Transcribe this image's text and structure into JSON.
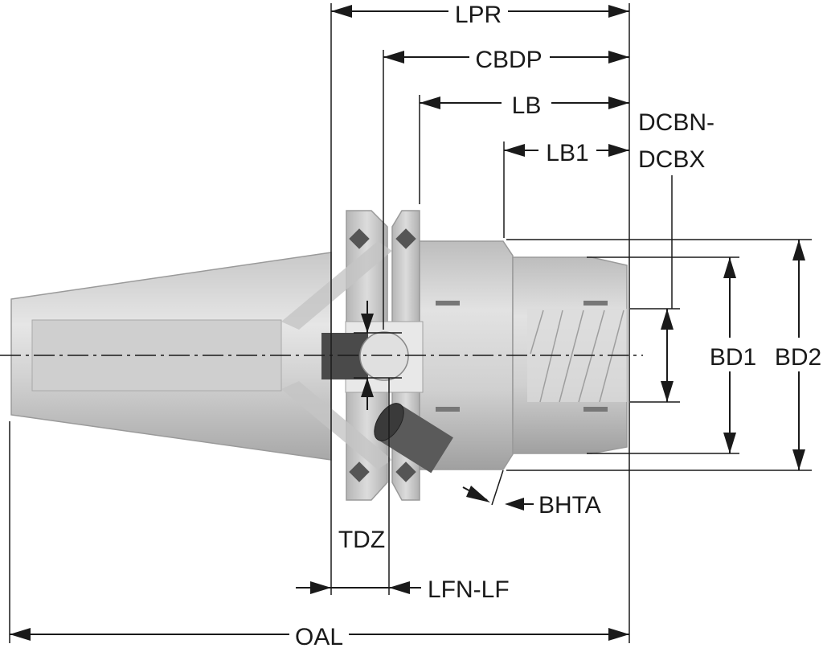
{
  "diagram": {
    "labels": {
      "lpr": "LPR",
      "cbdp": "CBDP",
      "lb": "LB",
      "lb1": "LB1",
      "dcbn": "DCBN-",
      "dcbx": "DCBX",
      "bd1": "BD1",
      "bd2": "BD2",
      "bhta": "BHTA",
      "tdz": "TDZ",
      "lfn_lf": "LFN-LF",
      "oal": "OAL"
    },
    "colors": {
      "line": "#1a1a1a",
      "body_light": "#d9d9d9",
      "body_mid": "#bdbdbd",
      "body_dark": "#8c8c8c"
    }
  }
}
